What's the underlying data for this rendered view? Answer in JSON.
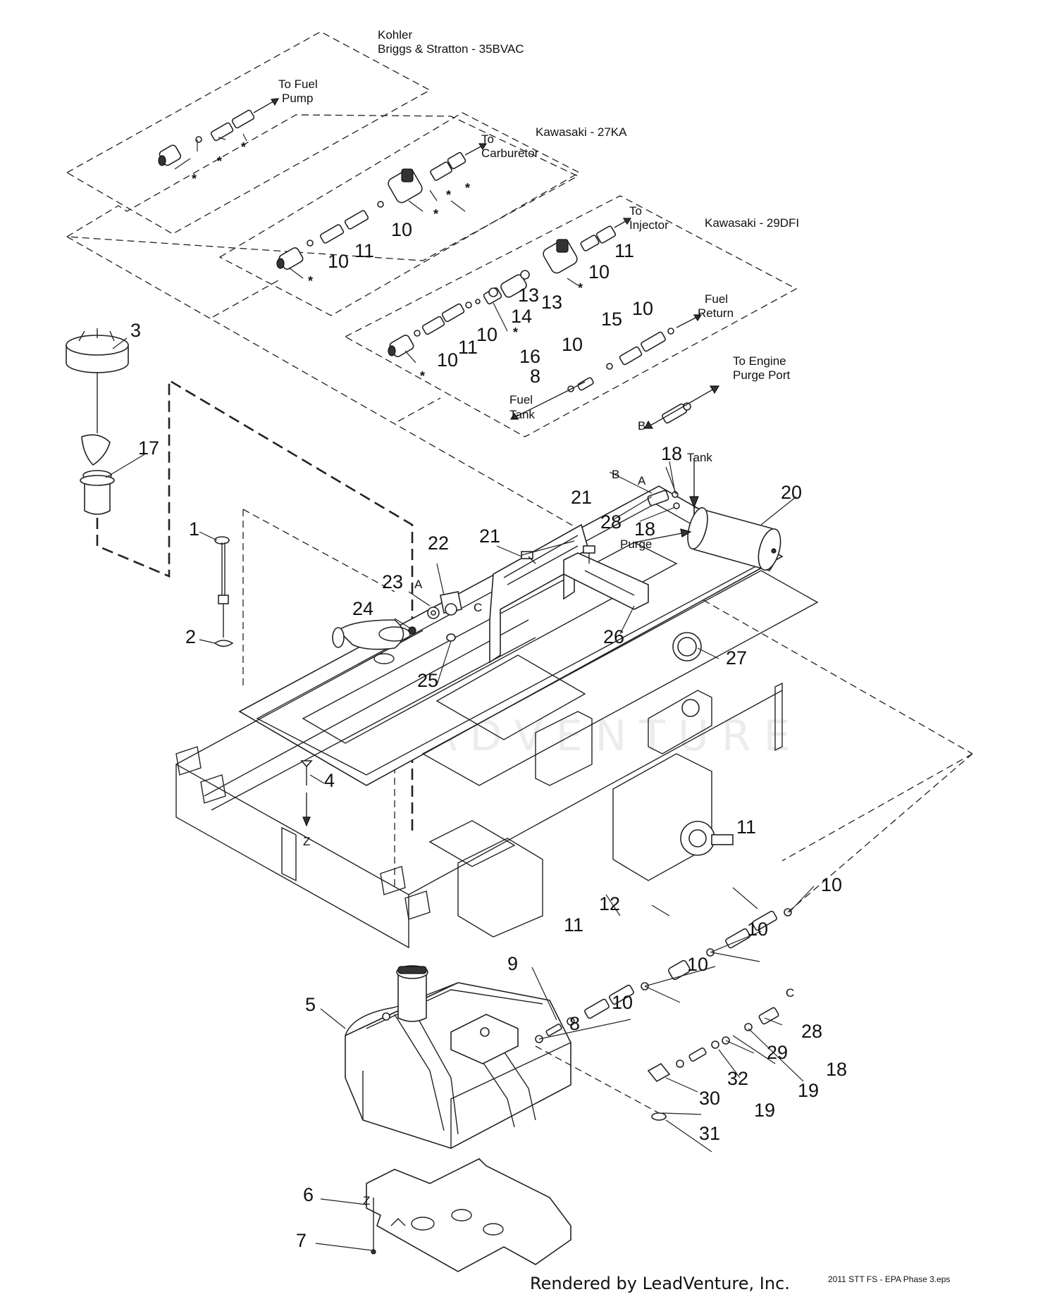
{
  "groups": {
    "kohler": "Kohler",
    "briggs": "Briggs & Stratton - 35BVAC",
    "kawasaki_27ka": "Kawasaki - 27KA",
    "kawasaki_29dfi": "Kawasaki - 29DFI"
  },
  "notes": {
    "to_fuel_pump_1": "To Fuel",
    "to_fuel_pump_2": "Pump",
    "to_carb_1": "To",
    "to_carb_2": "Carburetor",
    "to_injector_1": "To",
    "to_injector_2": "Injector",
    "fuel_return_1": "Fuel",
    "fuel_return_2": "Return",
    "fuel_tank_1": "Fuel",
    "fuel_tank_2": "Tank",
    "purge_port_1": "To Engine",
    "purge_port_2": "Purge Port",
    "tank": "Tank",
    "purge": "Purge",
    "ref_a": "A",
    "ref_b": "B",
    "ref_c": "C",
    "ref_z": "Z",
    "star": "*"
  },
  "callouts": {
    "n1": "1",
    "n2": "2",
    "n3": "3",
    "n4": "4",
    "n5": "5",
    "n6": "6",
    "n7": "7",
    "n8": "8",
    "n9": "9",
    "n10": "10",
    "n11": "11",
    "n12": "12",
    "n13": "13",
    "n14": "14",
    "n15": "15",
    "n16": "16",
    "n17": "17",
    "n18": "18",
    "n19": "19",
    "n20": "20",
    "n21": "21",
    "n22": "22",
    "n23": "23",
    "n24": "24",
    "n25": "25",
    "n26": "26",
    "n27": "27",
    "n28": "28",
    "n29": "29",
    "n30": "30",
    "n31": "31",
    "n32": "32"
  },
  "footer": {
    "rendered_by": "Rendered by LeadVenture, Inc.",
    "file_name": "2011 STT FS - EPA Phase 3.eps"
  },
  "watermark": "LEADVENTURE"
}
